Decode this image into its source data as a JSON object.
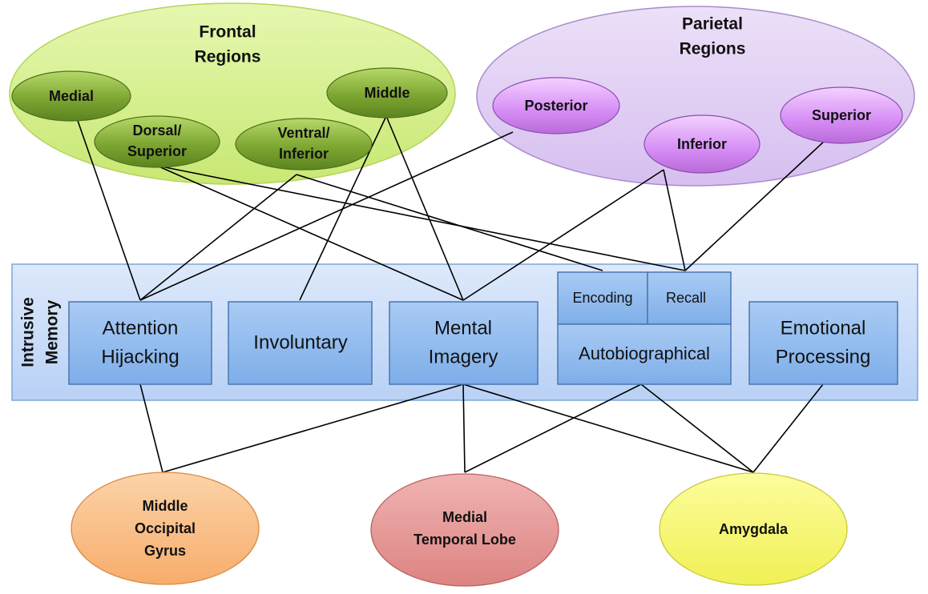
{
  "frontal": {
    "title_line1": "Frontal",
    "title_line2": "Regions",
    "medial": "Medial",
    "middle": "Middle",
    "dorsal_line1": "Dorsal/",
    "dorsal_line2": "Superior",
    "ventral_line1": "Ventral/",
    "ventral_line2": "Inferior"
  },
  "parietal": {
    "title_line1": "Parietal",
    "title_line2": "Regions",
    "posterior": "Posterior",
    "inferior": "Inferior",
    "superior": "Superior"
  },
  "memory": {
    "label_line1": "Intrusive",
    "label_line2": "Memory",
    "attention_line1": "Attention",
    "attention_line2": "Hijacking",
    "involuntary": "Involuntary",
    "mental_line1": "Mental",
    "mental_line2": "Imagery",
    "encoding": "Encoding",
    "recall": "Recall",
    "autobiographical": "Autobiographical",
    "emotional_line1": "Emotional",
    "emotional_line2": "Processing"
  },
  "bottom": {
    "occipital_line1": "Middle",
    "occipital_line2": "Occipital",
    "occipital_line3": "Gyrus",
    "temporal_line1": "Medial",
    "temporal_line2": "Temporal Lobe",
    "amygdala": "Amygdala"
  },
  "colors": {
    "frontal_region": "#d6f08a",
    "frontal_node": "#7aa82e",
    "parietal_region": "#e2cff5",
    "parietal_node": "#d58cf5",
    "memory_band": "#c8dcfa",
    "memory_box": "#8db8ee",
    "occipital": "#f9bf8a",
    "temporal": "#e79a98",
    "amygdala": "#fafa7a"
  }
}
